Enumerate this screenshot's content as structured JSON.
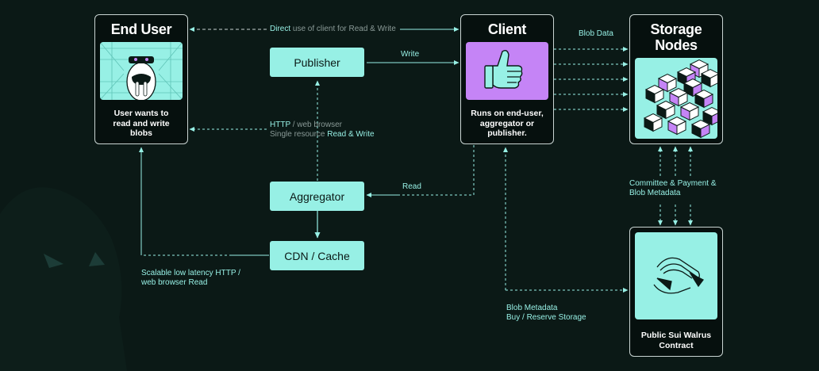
{
  "colors": {
    "background": "#0b1916",
    "accent": "#97f0e5",
    "client_art": "#c584f6",
    "card_border": "#c9d4d2"
  },
  "end_user": {
    "title": "End User",
    "description": [
      "User wants to",
      "read and write",
      "blobs"
    ]
  },
  "client": {
    "title": "Client",
    "description": [
      "Runs on end-user,",
      "aggregator or",
      "publisher."
    ]
  },
  "storage": {
    "title": [
      "Storage",
      "Nodes"
    ]
  },
  "contract": {
    "title": [
      "Public Sui Walrus",
      "Contract"
    ]
  },
  "nodes": {
    "publisher": "Publisher",
    "aggregator": "Aggregator",
    "cdn": "CDN / Cache"
  },
  "labels": {
    "direct_1": "Direct",
    "direct_2": " use of client for Read & Write",
    "write": "Write",
    "http_1": "HTTP",
    "http_2": " / web browser",
    "single_1": "Single resource ",
    "single_2": "Read & Write",
    "read": "Read",
    "scalable": [
      "Scalable low latency HTTP /",
      "web browser Read"
    ],
    "blob_data": "Blob Data",
    "committee": [
      "Committee & Payment &",
      "Blob Metadata"
    ],
    "blob_meta": [
      "Blob Metadata",
      "Buy / Reserve Storage"
    ]
  }
}
